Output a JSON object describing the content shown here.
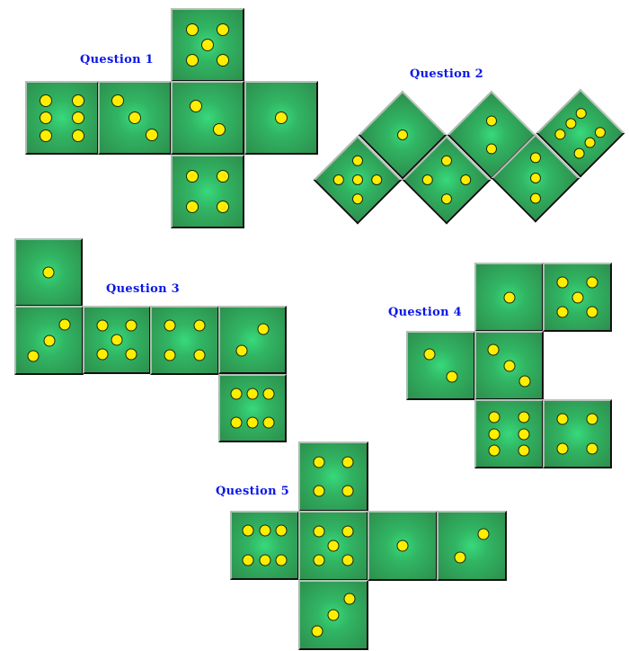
{
  "colors": {
    "label": "#0a16e8",
    "face_center": "#38d97c",
    "face_edge": "#2d8f4d",
    "pip": "#ffee00"
  },
  "questions": [
    {
      "label": "Question 1",
      "faces": [
        {
          "value": 5,
          "pattern": "5"
        },
        {
          "value": 6,
          "pattern": "6-vertical"
        },
        {
          "value": 3,
          "pattern": "3-tlbr"
        },
        {
          "value": 2,
          "pattern": "2-tlbr"
        },
        {
          "value": 1,
          "pattern": "1"
        },
        {
          "value": 4,
          "pattern": "4"
        }
      ]
    },
    {
      "label": "Question 2",
      "faces": [
        {
          "value": 5,
          "pattern": "5"
        },
        {
          "value": 1,
          "pattern": "1"
        },
        {
          "value": 4,
          "pattern": "4"
        },
        {
          "value": 2,
          "pattern": "2-tlbr"
        },
        {
          "value": 3,
          "pattern": "3-tlbr"
        },
        {
          "value": 6,
          "pattern": "6-vertical"
        }
      ]
    },
    {
      "label": "Question 3",
      "faces": [
        {
          "value": 1,
          "pattern": "1"
        },
        {
          "value": 3,
          "pattern": "3-bltr"
        },
        {
          "value": 5,
          "pattern": "5"
        },
        {
          "value": 4,
          "pattern": "4"
        },
        {
          "value": 2,
          "pattern": "2-bltr"
        },
        {
          "value": 6,
          "pattern": "6-horizontal"
        }
      ]
    },
    {
      "label": "Question 4",
      "faces": [
        {
          "value": 1,
          "pattern": "1"
        },
        {
          "value": 5,
          "pattern": "5"
        },
        {
          "value": 2,
          "pattern": "2-tlbr"
        },
        {
          "value": 3,
          "pattern": "3-tlbr"
        },
        {
          "value": 6,
          "pattern": "6-vertical"
        },
        {
          "value": 4,
          "pattern": "4"
        }
      ]
    },
    {
      "label": "Question 5",
      "faces": [
        {
          "value": 4,
          "pattern": "4"
        },
        {
          "value": 6,
          "pattern": "6-horizontal"
        },
        {
          "value": 5,
          "pattern": "5"
        },
        {
          "value": 1,
          "pattern": "1"
        },
        {
          "value": 2,
          "pattern": "2-bltr"
        },
        {
          "value": 3,
          "pattern": "3-bltr"
        }
      ]
    }
  ]
}
